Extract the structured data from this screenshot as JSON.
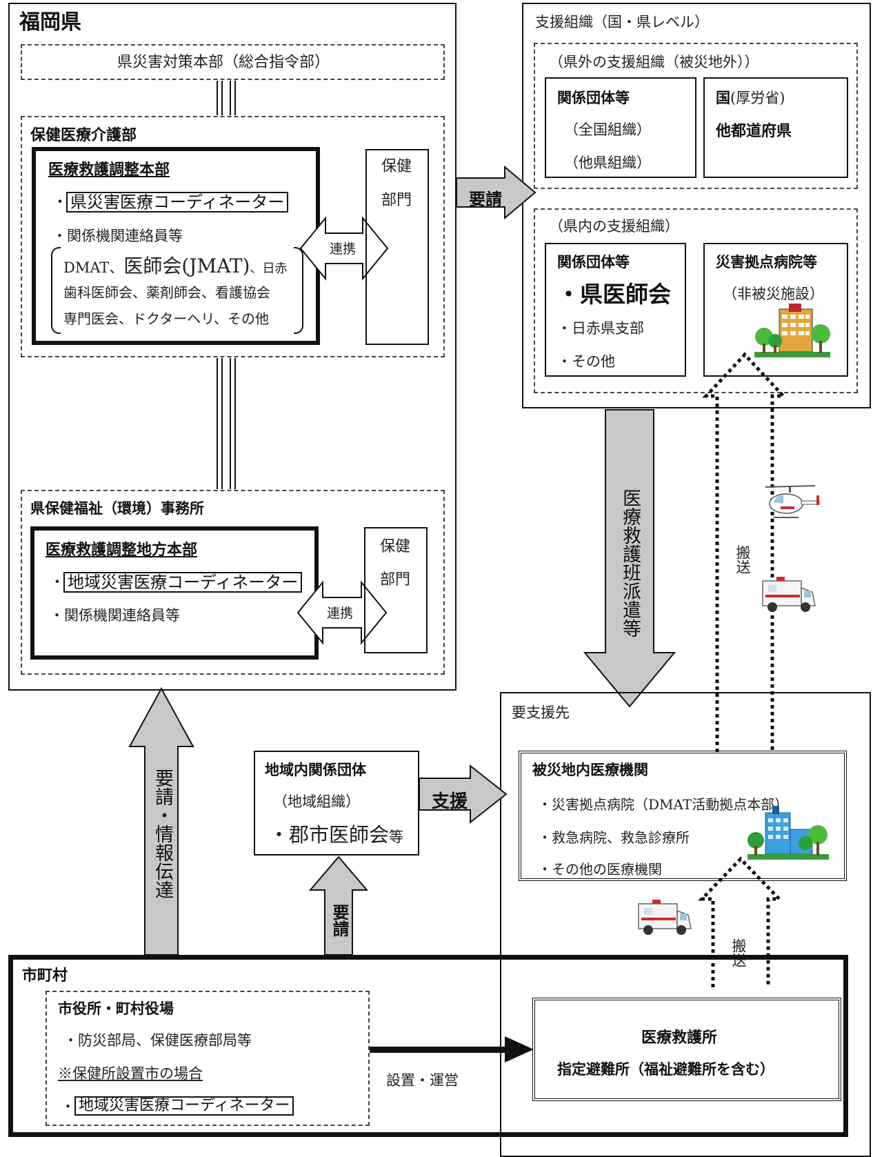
{
  "fukuoka": {
    "title": "福岡県",
    "hq": "県災害対策本部（総合指令部）",
    "hoken_iryo_kaigo": {
      "title": "保健医療介護部",
      "main_hq": {
        "title": "医療救護調整本部",
        "coordinator": "県災害医療コーディネーター",
        "liaison": "関係機関連絡員等",
        "orgs_line1_a": "DMAT、",
        "orgs_line1_b": "医師会(JMAT)",
        "orgs_line1_c": "、日赤",
        "orgs_line2": "歯科医師会、薬剤師会、看護協会",
        "orgs_line3": "専門医会、ドクターヘリ、その他"
      },
      "renkei": "連携",
      "hoken_bumon": [
        "保健",
        "部門"
      ]
    },
    "office": {
      "title": "県保健福祉（環境）事務所",
      "local_hq": {
        "title": "医療救護調整地方本部",
        "coordinator": "地域災害医療コーディネーター",
        "liaison": "関係機関連絡員等"
      },
      "renkei": "連携",
      "hoken_bumon": [
        "保健",
        "部門"
      ]
    }
  },
  "support": {
    "title": "支援組織（国・県レベル）",
    "outside": {
      "title": "（県外の支援組織（被災地外））",
      "groups": {
        "title": "関係団体等",
        "items": [
          "（全国組織）",
          "（他県組織）"
        ]
      },
      "national": {
        "title": "国",
        "paren": "(厚労省)",
        "other": "他都道府県"
      }
    },
    "inside": {
      "title": "（県内の支援組織）",
      "groups": {
        "title": "関係団体等",
        "big": "・県医師会",
        "items": [
          "・日赤県支部",
          "・その他"
        ]
      },
      "hospitals": {
        "title": "災害拠点病院等",
        "sub": "（非被災施設）"
      }
    }
  },
  "arrows": {
    "yosei_right": "要請",
    "haken": "医療救護班派遣等",
    "hanso_upper": "搬送",
    "hanso_lower": "搬送",
    "yosei_johodentatsu": "要請・情報伝達",
    "yosei_small": "要請",
    "shien": "支援",
    "setchi": "設置・運営"
  },
  "regional_groups": {
    "title": "地域内関係団体",
    "sub": "（地域組織）",
    "big": "・郡市医師会",
    "suffix": "等"
  },
  "target": {
    "title": "要支援先",
    "hospital": {
      "title": "被災地内医療機関",
      "items": [
        "・災害拠点病院（DMAT活動拠点本部）",
        "・救急病院、救急診療所",
        "・その他の医療機関"
      ]
    },
    "shelter": {
      "line1": "医療救護所",
      "line2": "指定避難所（福祉避難所を含む）"
    }
  },
  "municipal": {
    "title": "市町村",
    "office": {
      "title": "市役所・町村役場",
      "item": "・防災部局、保健医療部局等",
      "note": "※保健所設置市の場合",
      "coordinator": "地域災害医療コーディネーター"
    }
  },
  "colors": {
    "arrow_fill": "#c8c8c8",
    "line": "#111111"
  },
  "icons": [
    "hospital-icon",
    "helicopter-icon",
    "ambulance-icon"
  ]
}
